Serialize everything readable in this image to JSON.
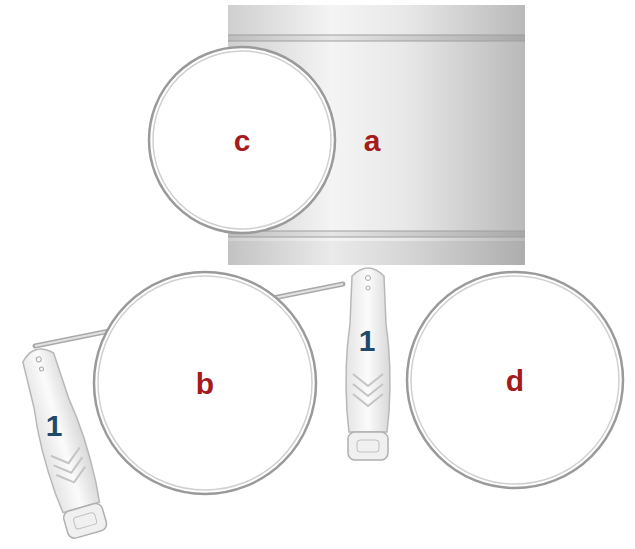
{
  "diagram": {
    "nodes": [
      {
        "text": [
          "a"
        ]
      },
      {
        "text": [
          "c"
        ]
      },
      {
        "text": [
          "1"
        ]
      },
      {
        "text": [
          "b"
        ]
      },
      {
        "text": [
          "1"
        ]
      },
      {
        "text": [
          "d"
        ]
      }
    ],
    "edges": [
      {
        "from": 2,
        "to": 4,
        "arrow": "none"
      }
    ]
  }
}
